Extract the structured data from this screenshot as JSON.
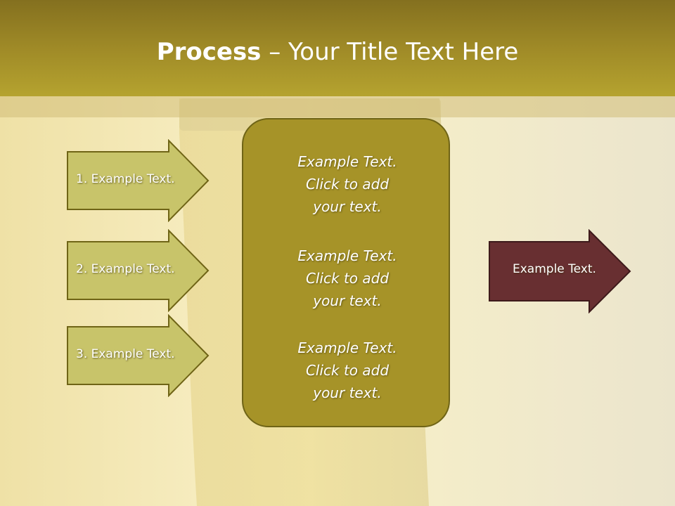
{
  "title": {
    "bold": "Process",
    "rest": " – Your Title Text Here"
  },
  "left_arrows": [
    {
      "label": "1. Example Text."
    },
    {
      "label": "2. Example Text."
    },
    {
      "label": "3. Example Text."
    }
  ],
  "center_blocks": [
    {
      "line1": "Example Text.",
      "line2": "Click  to add",
      "line3": "your text."
    },
    {
      "line1": "Example Text.",
      "line2": "Click  to add",
      "line3": "your text."
    },
    {
      "line1": "Example Text.",
      "line2": "Click  to add",
      "line3": "your text."
    }
  ],
  "right_arrow": {
    "label": "Example Text."
  },
  "colors": {
    "header": "#9f8a27",
    "left_arrow_fill": "#c8c46a",
    "left_arrow_border": "#6f6416",
    "center_box_fill": "#a69328",
    "right_arrow_fill": "#682f31"
  }
}
